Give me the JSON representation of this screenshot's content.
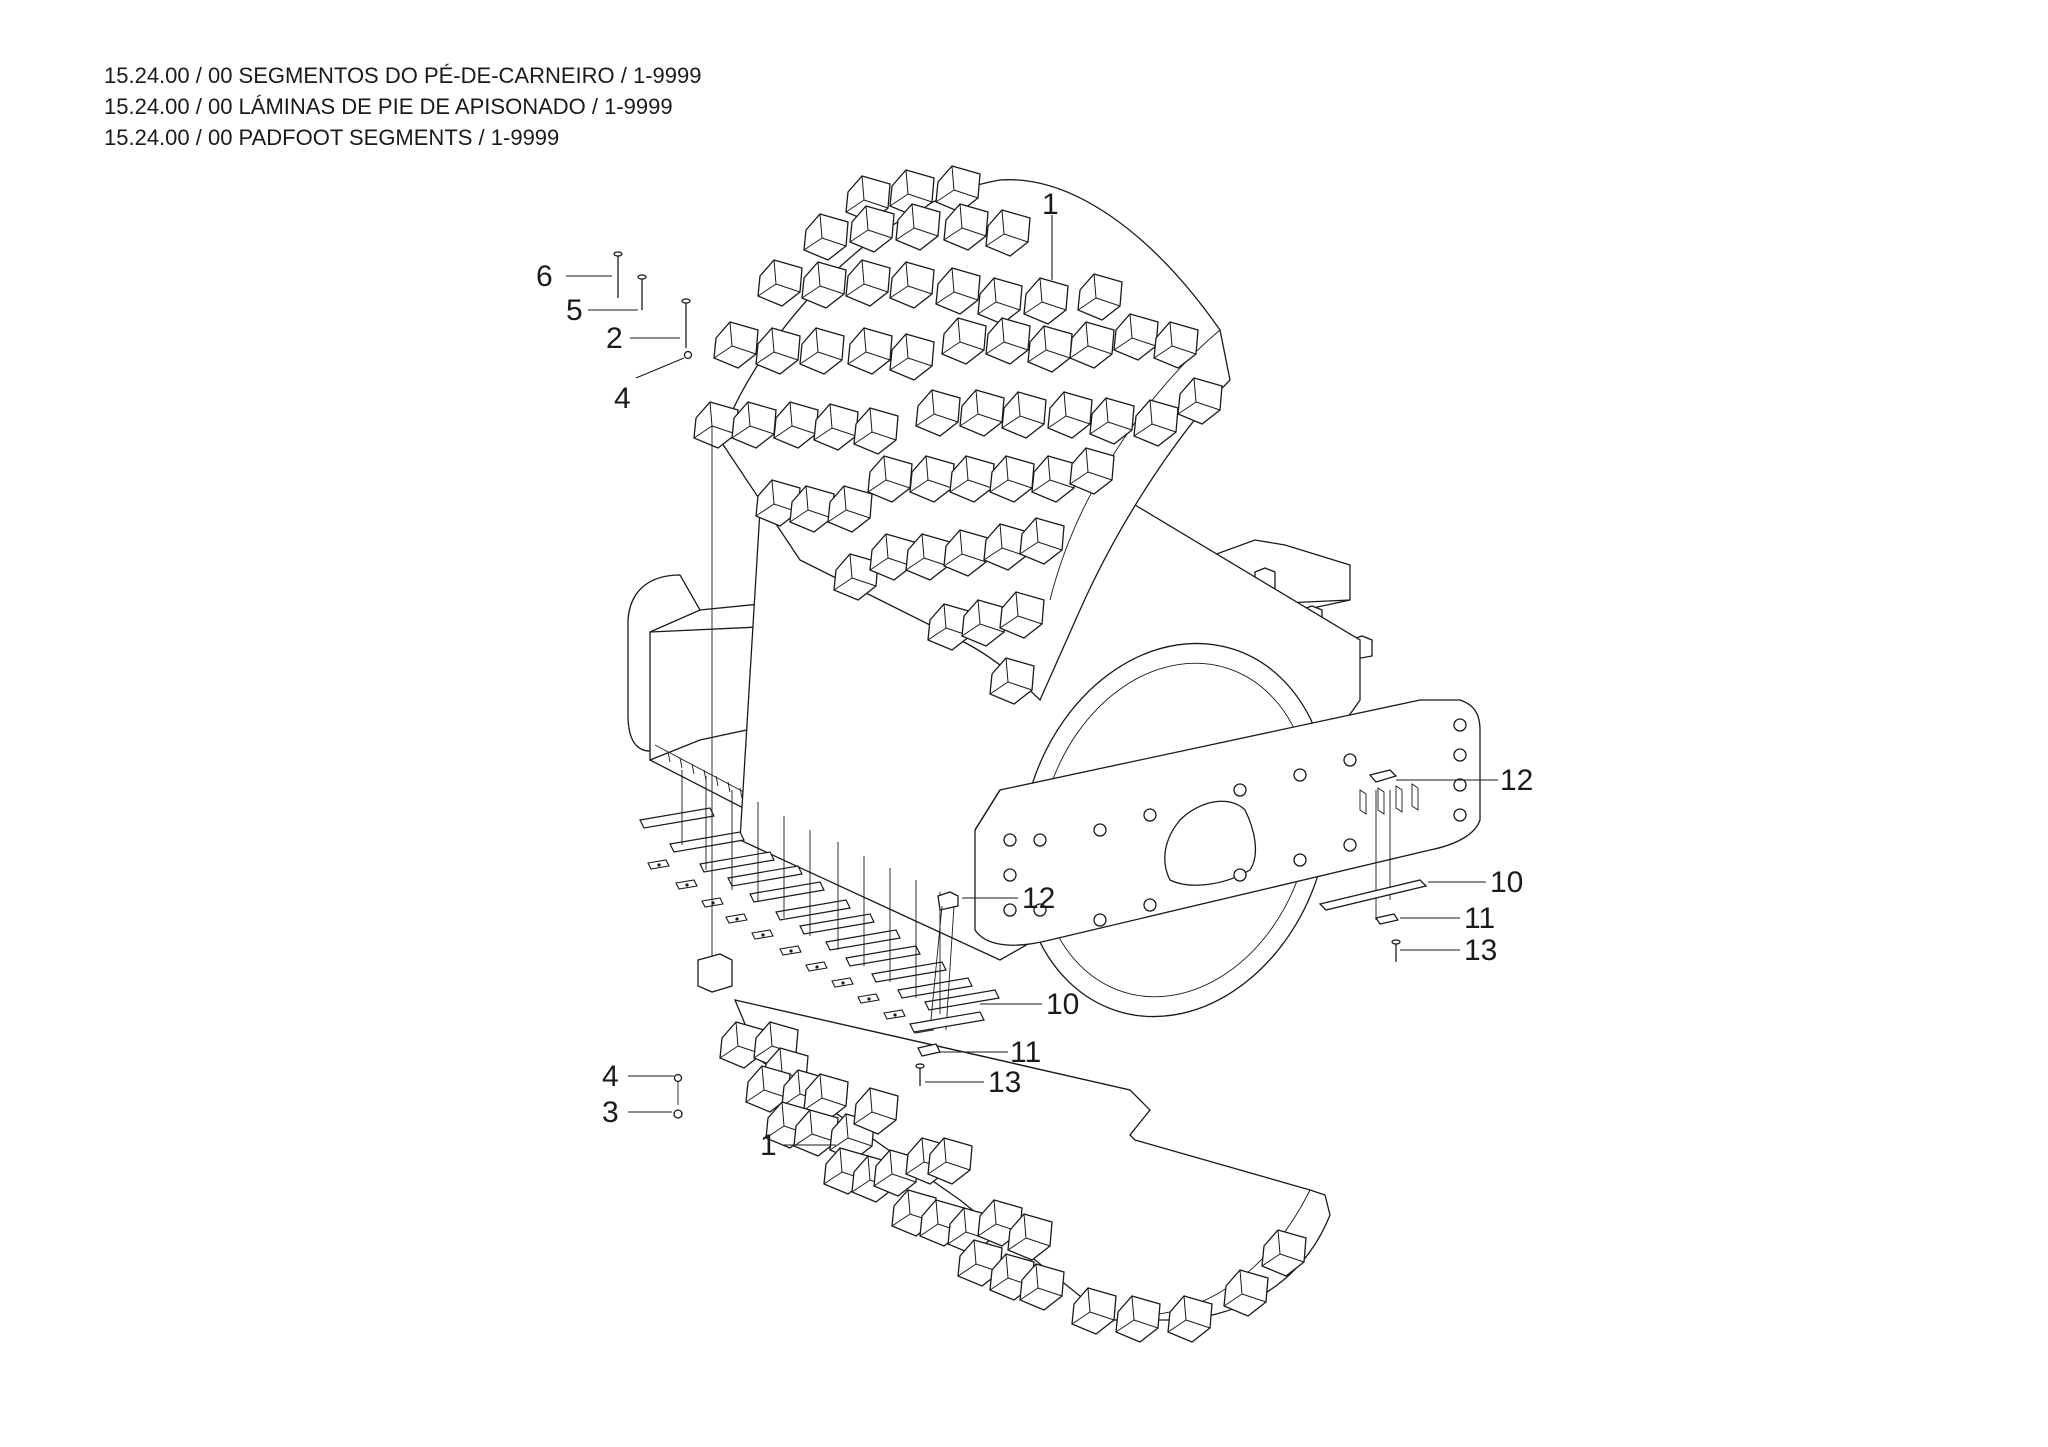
{
  "header": {
    "lines": [
      "15.24.00 / 00 SEGMENTOS DO PÉ-DE-CARNEIRO / 1-9999",
      "15.24.00 / 00 LÁMINAS DE PIE DE APISONADO / 1-9999",
      "15.24.00 / 00 PADFOOT SEGMENTS / 1-9999"
    ]
  },
  "callouts": {
    "c1_top": "1",
    "c6": "6",
    "c5": "5",
    "c2": "2",
    "c4_top": "4",
    "c12_right": "12",
    "c10_right": "10",
    "c11_right": "11",
    "c13_right": "13",
    "c12_mid": "12",
    "c10_mid": "10",
    "c11_mid": "11",
    "c13_mid": "13",
    "c4_bottom": "4",
    "c3": "3",
    "c1_bottom": "1"
  }
}
